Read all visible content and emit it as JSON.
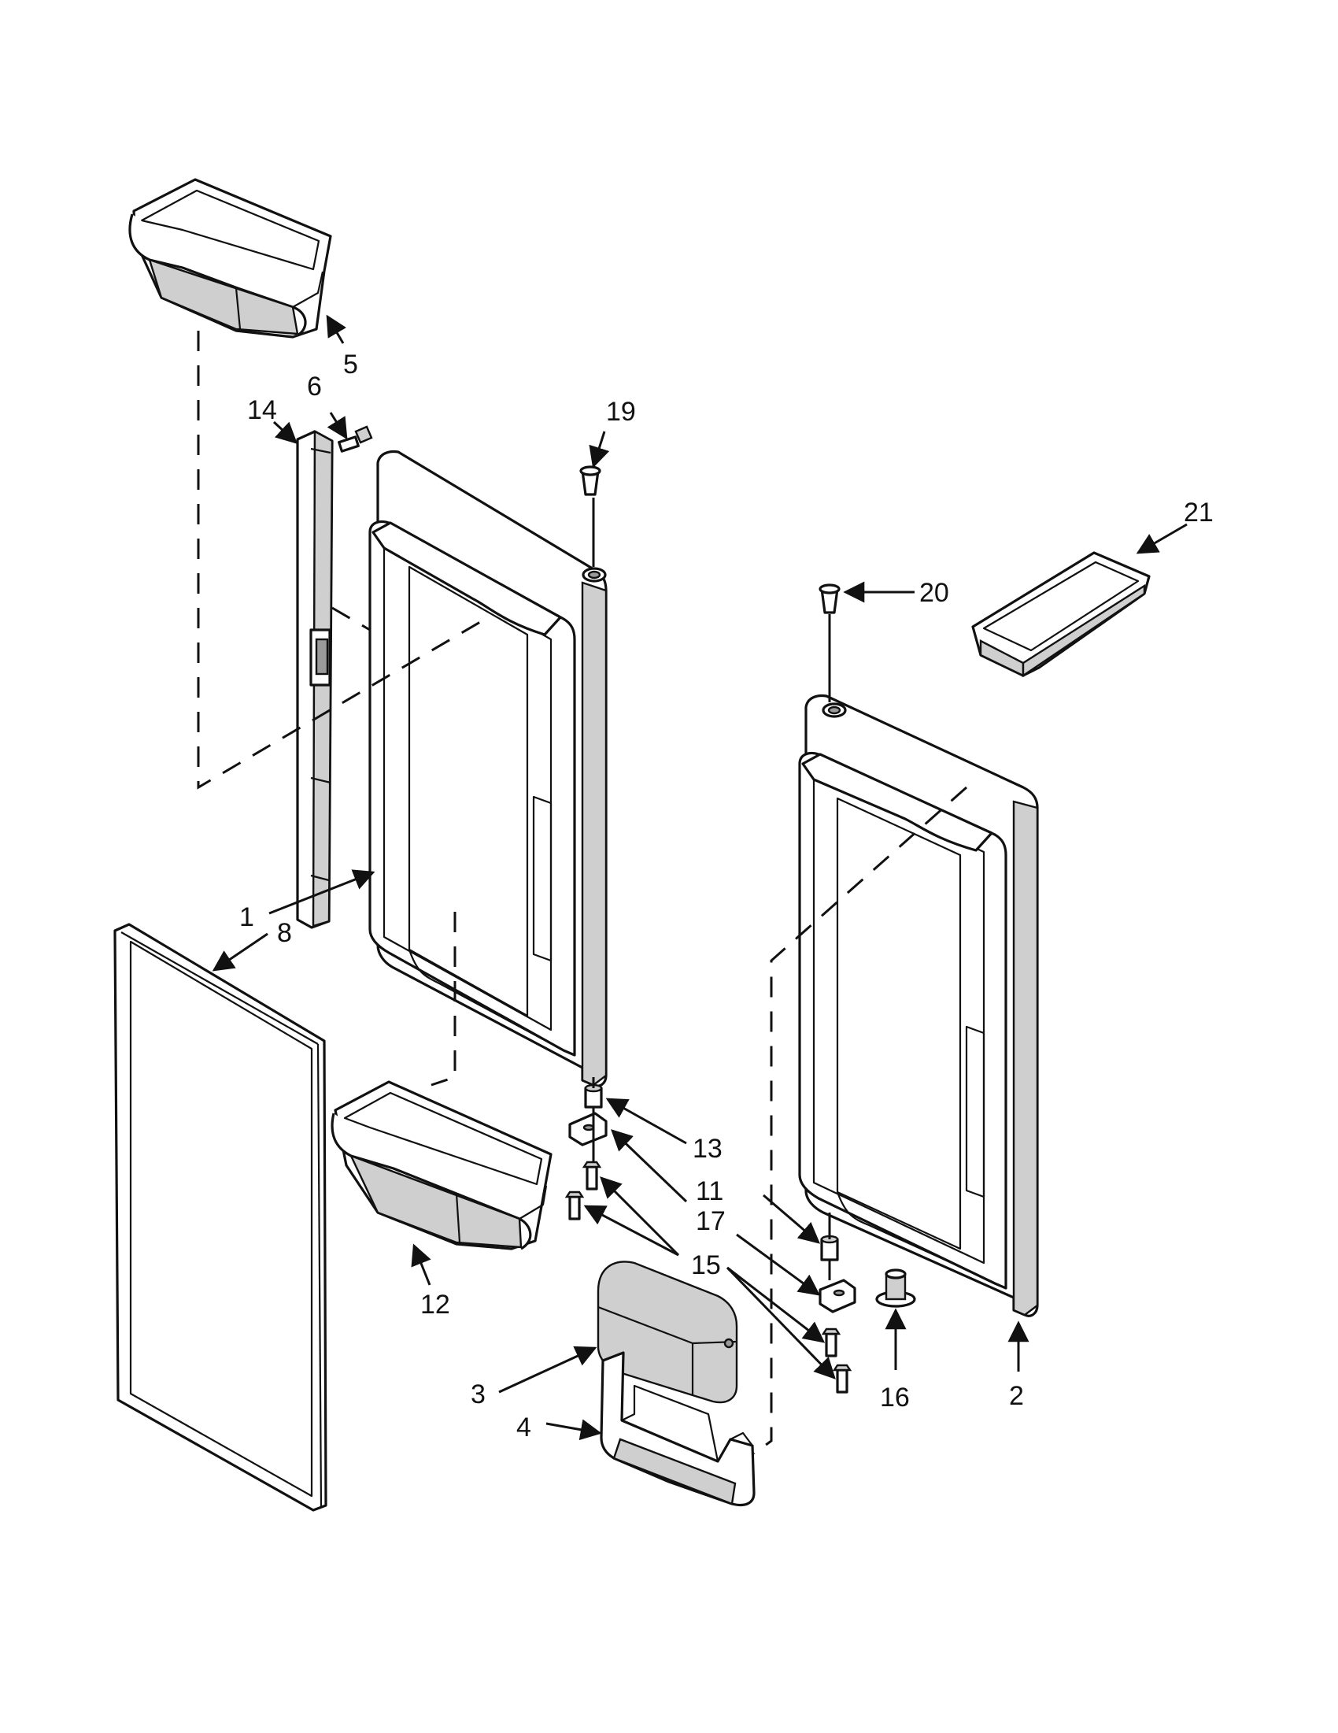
{
  "diagram": {
    "type": "exploded-parts",
    "part_labels": {
      "p1": "1",
      "p2": "2",
      "p3": "3",
      "p4": "4",
      "p5": "5",
      "p6": "6",
      "p8": "8",
      "p11": "11",
      "p12": "12",
      "p13": "13",
      "p14": "14",
      "p15": "15",
      "p16": "16",
      "p17": "17",
      "p19": "19",
      "p20": "20",
      "p21": "21"
    }
  }
}
